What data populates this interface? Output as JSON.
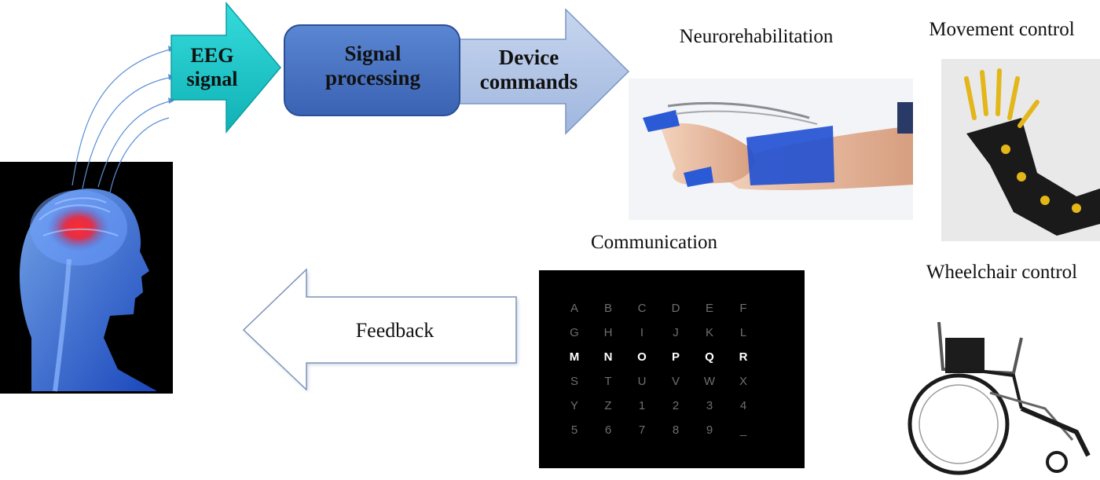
{
  "flow": {
    "eeg_line1": "EEG",
    "eeg_line2": "signal",
    "proc_line1": "Signal",
    "proc_line2": "processing",
    "cmd_line1": "Device",
    "cmd_line2": "commands",
    "feedback": "Feedback"
  },
  "applications": {
    "neurorehab": "Neurorehabilitation",
    "movement": "Movement control",
    "communication": "Communication",
    "wheelchair": "Wheelchair control"
  },
  "speller": {
    "rows": [
      [
        "A",
        "B",
        "C",
        "D",
        "E",
        "F"
      ],
      [
        "G",
        "H",
        "I",
        "J",
        "K",
        "L"
      ],
      [
        "M",
        "N",
        "O",
        "P",
        "Q",
        "R"
      ],
      [
        "S",
        "T",
        "U",
        "V",
        "W",
        "X"
      ],
      [
        "Y",
        "Z",
        "1",
        "2",
        "3",
        "4"
      ],
      [
        "5",
        "6",
        "7",
        "8",
        "9",
        "_"
      ]
    ],
    "highlighted_row": 2
  },
  "colors": {
    "eeg_arrow": "#1ec8c8",
    "processing_box": "#4472c4",
    "commands_arrow": "#b4c7e7",
    "electrode_lines": "#5b8fd6"
  }
}
